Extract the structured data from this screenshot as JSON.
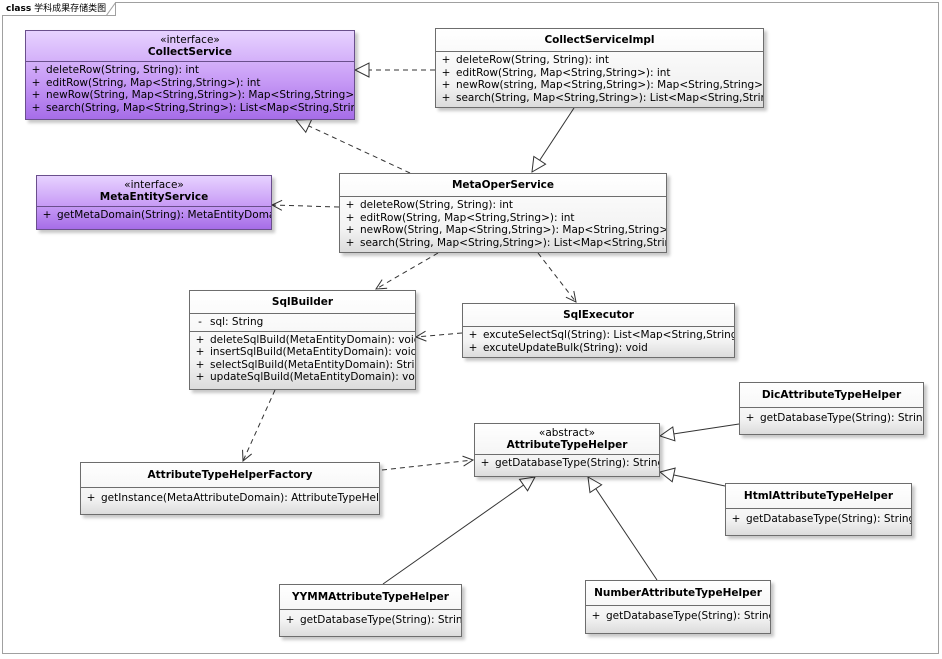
{
  "diagram": {
    "kind": "class",
    "title": "学科成果存储类图"
  },
  "classes": {
    "collect_service": {
      "stereotype": "«interface»",
      "name": "CollectService",
      "operations": [
        {
          "vis": "+",
          "sig": "deleteRow(String, String): int"
        },
        {
          "vis": "+",
          "sig": "editRow(String, Map<String,String>): int"
        },
        {
          "vis": "+",
          "sig": "newRow(String, Map<String,String>): Map<String,String>"
        },
        {
          "vis": "+",
          "sig": "search(String, Map<String,String>): List<Map<String,String>>"
        }
      ]
    },
    "collect_service_impl": {
      "name": "CollectServiceImpl",
      "operations": [
        {
          "vis": "+",
          "sig": "deleteRow(String, String): int"
        },
        {
          "vis": "+",
          "sig": "editRow(String, Map<String,String>): int"
        },
        {
          "vis": "+",
          "sig": "newRow(string, Map<String,String>): Map<String,String>"
        },
        {
          "vis": "+",
          "sig": "search(String, Map<String,String>): List<Map<String,String>>"
        }
      ]
    },
    "meta_entity_service": {
      "stereotype": "«interface»",
      "name": "MetaEntityService",
      "operations": [
        {
          "vis": "+",
          "sig": "getMetaDomain(String): MetaEntityDomain"
        }
      ]
    },
    "meta_oper_service": {
      "name": "MetaOperService",
      "operations": [
        {
          "vis": "+",
          "sig": "deleteRow(String, String): int"
        },
        {
          "vis": "+",
          "sig": "editRow(String, Map<String,String>): int"
        },
        {
          "vis": "+",
          "sig": "newRow(String, Map<String,String>): Map<String,String>"
        },
        {
          "vis": "+",
          "sig": "search(String, Map<String,String>): List<Map<String,String>>"
        }
      ]
    },
    "sql_builder": {
      "name": "SqlBuilder",
      "attributes": [
        {
          "vis": "-",
          "sig": "sql: String"
        }
      ],
      "operations": [
        {
          "vis": "+",
          "sig": "deleteSqlBuild(MetaEntityDomain): void"
        },
        {
          "vis": "+",
          "sig": "insertSqlBuild(MetaEntityDomain): void"
        },
        {
          "vis": "+",
          "sig": "selectSqlBuild(MetaEntityDomain): String"
        },
        {
          "vis": "+",
          "sig": "updateSqlBuild(MetaEntityDomain): void"
        }
      ]
    },
    "sql_executor": {
      "name": "SqlExecutor",
      "operations": [
        {
          "vis": "+",
          "sig": "excuteSelectSql(String): List<Map<String,String>>"
        },
        {
          "vis": "+",
          "sig": "excuteUpdateBulk(String): void"
        }
      ]
    },
    "attribute_type_helper_factory": {
      "name": "AttributeTypeHelperFactory",
      "operations": [
        {
          "vis": "+",
          "sig": "getInstance(MetaAttributeDomain): AttributeTypeHelper"
        }
      ]
    },
    "attribute_type_helper": {
      "stereotype": "«abstract»",
      "name": "AttributeTypeHelper",
      "operations": [
        {
          "vis": "+",
          "sig": "getDatabaseType(String): String"
        }
      ]
    },
    "dic_attribute_type_helper": {
      "name": "DicAttributeTypeHelper",
      "operations": [
        {
          "vis": "+",
          "sig": "getDatabaseType(String): String"
        }
      ]
    },
    "html_attribute_type_helper": {
      "name": "HtmlAttributeTypeHelper",
      "operations": [
        {
          "vis": "+",
          "sig": "getDatabaseType(String): String"
        }
      ]
    },
    "yymm_attribute_type_helper": {
      "name": "YYMMAttributeTypeHelper",
      "operations": [
        {
          "vis": "+",
          "sig": "getDatabaseType(String): String"
        }
      ]
    },
    "number_attribute_type_helper": {
      "name": "NumberAttributeTypeHelper",
      "operations": [
        {
          "vis": "+",
          "sig": "getDatabaseType(String): String"
        }
      ]
    }
  },
  "relations": [
    {
      "from": "collect_service_impl",
      "to": "collect_service",
      "type": "realization"
    },
    {
      "from": "collect_service_impl",
      "to": "meta_oper_service",
      "type": "association"
    },
    {
      "from": "meta_oper_service",
      "to": "collect_service",
      "type": "realization"
    },
    {
      "from": "meta_oper_service",
      "to": "meta_entity_service",
      "type": "dependency"
    },
    {
      "from": "meta_oper_service",
      "to": "sql_builder",
      "type": "dependency"
    },
    {
      "from": "meta_oper_service",
      "to": "sql_executor",
      "type": "dependency"
    },
    {
      "from": "sql_executor",
      "to": "sql_builder",
      "type": "dependency"
    },
    {
      "from": "sql_builder",
      "to": "attribute_type_helper_factory",
      "type": "dependency"
    },
    {
      "from": "attribute_type_helper_factory",
      "to": "attribute_type_helper",
      "type": "dependency"
    },
    {
      "from": "dic_attribute_type_helper",
      "to": "attribute_type_helper",
      "type": "generalization"
    },
    {
      "from": "html_attribute_type_helper",
      "to": "attribute_type_helper",
      "type": "generalization"
    },
    {
      "from": "yymm_attribute_type_helper",
      "to": "attribute_type_helper",
      "type": "generalization"
    },
    {
      "from": "number_attribute_type_helper",
      "to": "attribute_type_helper",
      "type": "generalization"
    }
  ]
}
